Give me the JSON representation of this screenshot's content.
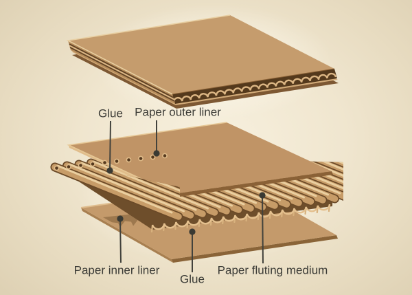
{
  "figure_title": "",
  "labels": {
    "glue_top": "Glue",
    "paper_outer_liner": "Paper outer liner",
    "paper_inner_liner": "Paper inner liner",
    "glue_bottom": "Glue",
    "paper_fluting_medium": "Paper fluting medium"
  },
  "colors": {
    "background": "#eee4cd",
    "cardboard": "#c59c6d",
    "cardboard_shadow": "#6e4e2b",
    "cardboard_highlight": "#e8cfa2",
    "leader_line": "#42423c",
    "text": "#3b3b36"
  },
  "icons": {
    "leader_dot": "circle-marker"
  }
}
